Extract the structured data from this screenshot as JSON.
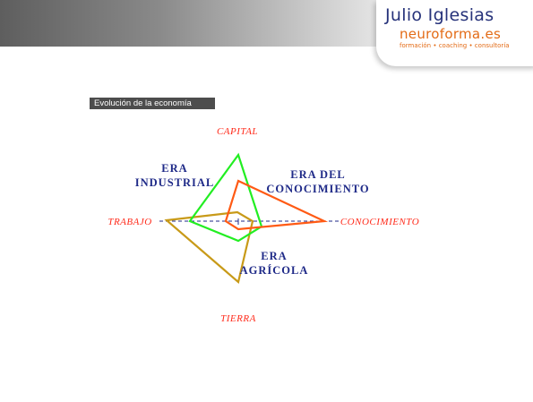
{
  "header": {
    "logo": {
      "name": "Julio Iglesias",
      "brand": "neuroforma.es",
      "tagline": "formación • coaching • consultoría"
    }
  },
  "section": {
    "label": "Evolución de la economía"
  },
  "diagram": {
    "axes": {
      "top": "CAPITAL",
      "bottom": "TIERRA",
      "left": "TRABAJO",
      "right": "CONOCIMIENTO"
    },
    "eras": [
      {
        "id": "industrial",
        "lines": [
          "ERA",
          "INDUSTRIAL"
        ],
        "color": "#22ee22"
      },
      {
        "id": "conocimiento",
        "lines": [
          "ERA DEL",
          "CONOCIMIENTO"
        ],
        "color": "#ff5a14"
      },
      {
        "id": "agricola",
        "lines": [
          "ERA",
          "AGRÍCOLA"
        ],
        "color": "#c89a18"
      }
    ],
    "colors": {
      "axis_labels": "#ff2a1a",
      "era_labels": "#1f2a88",
      "axis_line": "#1f2a88"
    }
  }
}
